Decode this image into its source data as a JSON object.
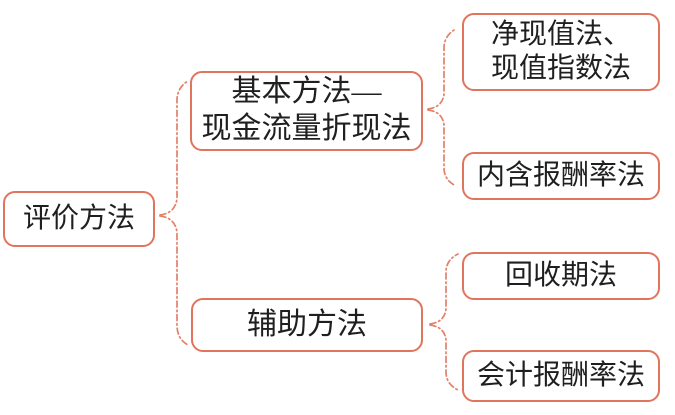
{
  "diagram": {
    "title_hint": "capital budgeting evaluation methods mind map",
    "colors": {
      "node_border": "#e0745c",
      "connector_line": "#e28069",
      "text": "#1f1f1f",
      "background": "#ffffff"
    },
    "nodes": {
      "root": {
        "label": "评价方法"
      },
      "basic": {
        "line1": "基本方法—",
        "line2": "现金流量折现法"
      },
      "auxiliary": {
        "label": "辅助方法"
      },
      "npv": {
        "line1": "净现值法、",
        "line2": "现值指数法"
      },
      "irr": {
        "label": "内含报酬率法"
      },
      "payback": {
        "label": "回收期法"
      },
      "arr": {
        "label": "会计报酬率法"
      }
    },
    "edges": [
      {
        "from": "评价方法",
        "to": "基本方法—现金流量折现法"
      },
      {
        "from": "评价方法",
        "to": "辅助方法"
      },
      {
        "from": "基本方法—现金流量折现法",
        "to": "净现值法、现值指数法"
      },
      {
        "from": "基本方法—现金流量折现法",
        "to": "内含报酬率法"
      },
      {
        "from": "辅助方法",
        "to": "回收期法"
      },
      {
        "from": "辅助方法",
        "to": "会计报酬率法"
      }
    ]
  }
}
